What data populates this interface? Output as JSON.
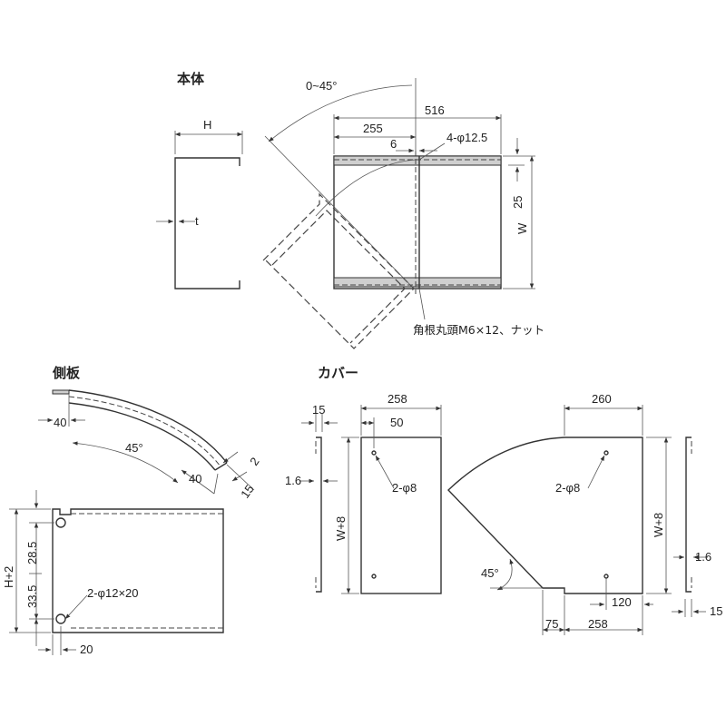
{
  "sections": {
    "body": "本体",
    "side_plate": "側板",
    "cover": "カバー"
  },
  "body_view": {
    "h": "H",
    "t": "t",
    "angle": "0~45°",
    "d516": "516",
    "d255": "255",
    "d6": "6",
    "holes": "4-φ12.5",
    "d25": "25",
    "w": "W",
    "bolt": "角根丸頭M6×12、ナット"
  },
  "side_view": {
    "d40a": "40",
    "angle": "45°",
    "d40b": "40",
    "d2": "2",
    "d15": "15",
    "h2": "H+2",
    "d285": "28.5",
    "d335": "33.5",
    "holes": "2-φ12×20",
    "d20": "20"
  },
  "cover_view": {
    "d15a": "15",
    "d258a": "258",
    "d50": "50",
    "d16a": "1.6",
    "w8a": "W+8",
    "holes_a": "2-φ8",
    "d260": "260",
    "holes_b": "2-φ8",
    "w8b": "W+8",
    "d16b": "1.6",
    "angle": "45°",
    "d120": "120",
    "d75": "75",
    "d258b": "258",
    "d15b": "15"
  }
}
